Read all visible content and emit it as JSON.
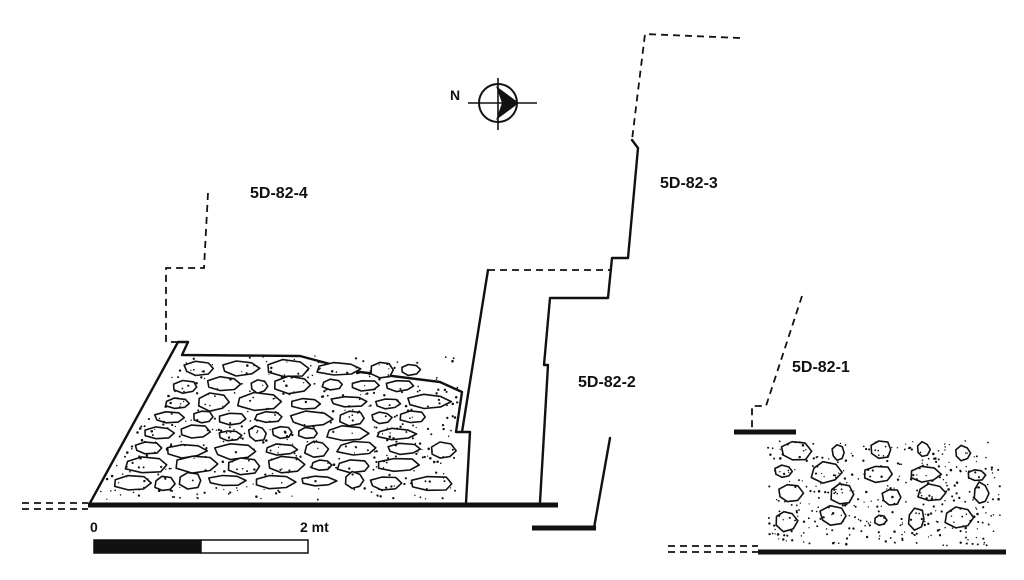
{
  "labels": {
    "wall4": "5D-82-4",
    "wall3": "5D-82-3",
    "wall2": "5D-82-2",
    "wall1": "5D-82-1"
  },
  "north": {
    "letter": "N"
  },
  "scale": {
    "zero": "0",
    "end": "2 mt"
  },
  "colors": {
    "ink": "#111111",
    "paper": "#ffffff"
  }
}
